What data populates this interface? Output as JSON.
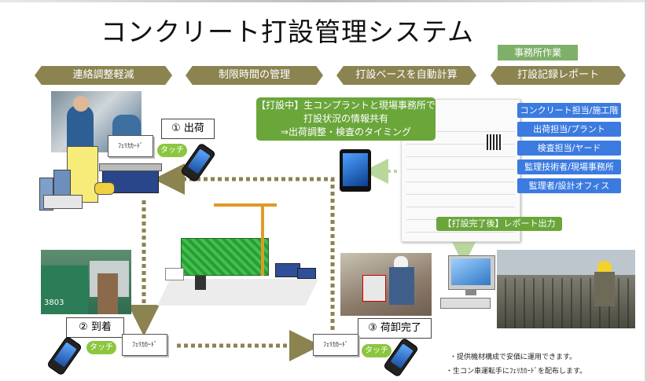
{
  "title": "コンクリート打設管理システム",
  "office_tag": "事務所作業",
  "banners": [
    "連絡調整軽減",
    "制限時間の管理",
    "打設ベースを自動計算",
    "打設記録レポート"
  ],
  "callout_main": [
    "【打設中】生コンプラントと現場事務所で",
    "打設状況の情報共有",
    "⇒出荷調整・検査のタイミング"
  ],
  "callout_report": "【打設完了後】レポート出力",
  "roles": [
    "コンクリート担当/施工階",
    "出荷担当/プラント",
    "検査担当/ヤード",
    "監理技術者/現場事務所",
    "監理者/設計オフィス"
  ],
  "steps": {
    "ship": "① 出荷",
    "arrive": "② 到着",
    "unload": "③ 荷卸完了"
  },
  "card_label": "ﾌｪﾘｶｶｰﾄﾞ",
  "touch_label": "タッチ",
  "notes": [
    "・提供機材構成で安価に運用できます。",
    "・生コン車運転手にﾌｪﾘｶｶｰﾄﾞを配布します。"
  ],
  "truck_number": "3803",
  "colors": {
    "banner": "#8b8350",
    "green": "#6aa63a",
    "role_blue": "#3b7be0",
    "arrow": "#8b8350"
  }
}
